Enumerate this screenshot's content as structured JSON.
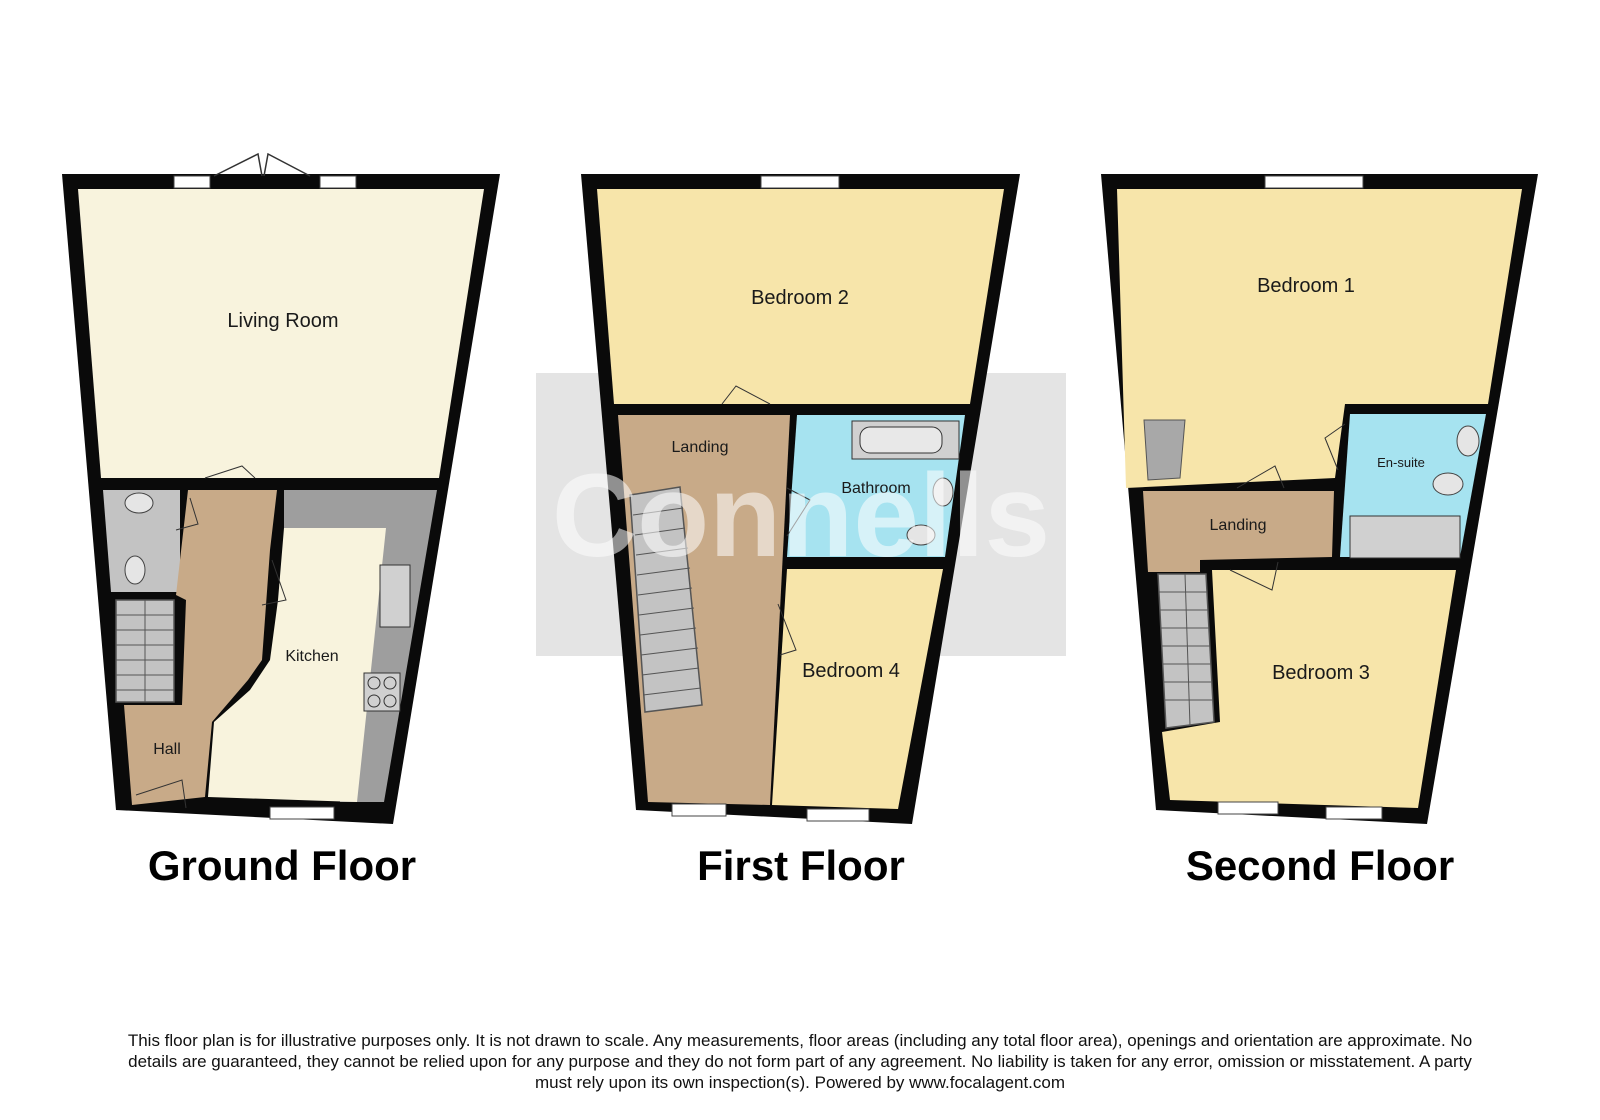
{
  "colors": {
    "wall": "#0a0a0a",
    "living": "#f8f3dd",
    "bedroom": "#f7e5aa",
    "hall": "#c8aa88",
    "wc": "#c3c3c3",
    "bathroom": "#a6e3f0",
    "kitchen_counter": "#9e9e9e",
    "watermark_box": "#e4e4e4"
  },
  "watermark": "Connells",
  "floors": [
    {
      "title": "Ground Floor",
      "rooms": {
        "living_room": "Living Room",
        "kitchen": "Kitchen",
        "hall": "Hall"
      }
    },
    {
      "title": "First Floor",
      "rooms": {
        "bedroom_2": "Bedroom 2",
        "landing": "Landing",
        "bathroom": "Bathroom",
        "bedroom_4": "Bedroom 4"
      }
    },
    {
      "title": "Second Floor",
      "rooms": {
        "bedroom_1": "Bedroom 1",
        "en_suite": "En-suite",
        "landing": "Landing",
        "bedroom_3": "Bedroom 3"
      }
    }
  ],
  "disclaimer": {
    "line1": "This floor plan is for illustrative purposes only. It is not drawn to scale. Any measurements, floor areas (including any total floor area), openings and orientation are approximate. No",
    "line2": "details are guaranteed, they cannot be relied upon for any purpose and they do not form part of any agreement. No liability is taken for any error, omission or misstatement. A party",
    "line3": "must rely upon its own inspection(s). Powered by www.focalagent.com"
  }
}
